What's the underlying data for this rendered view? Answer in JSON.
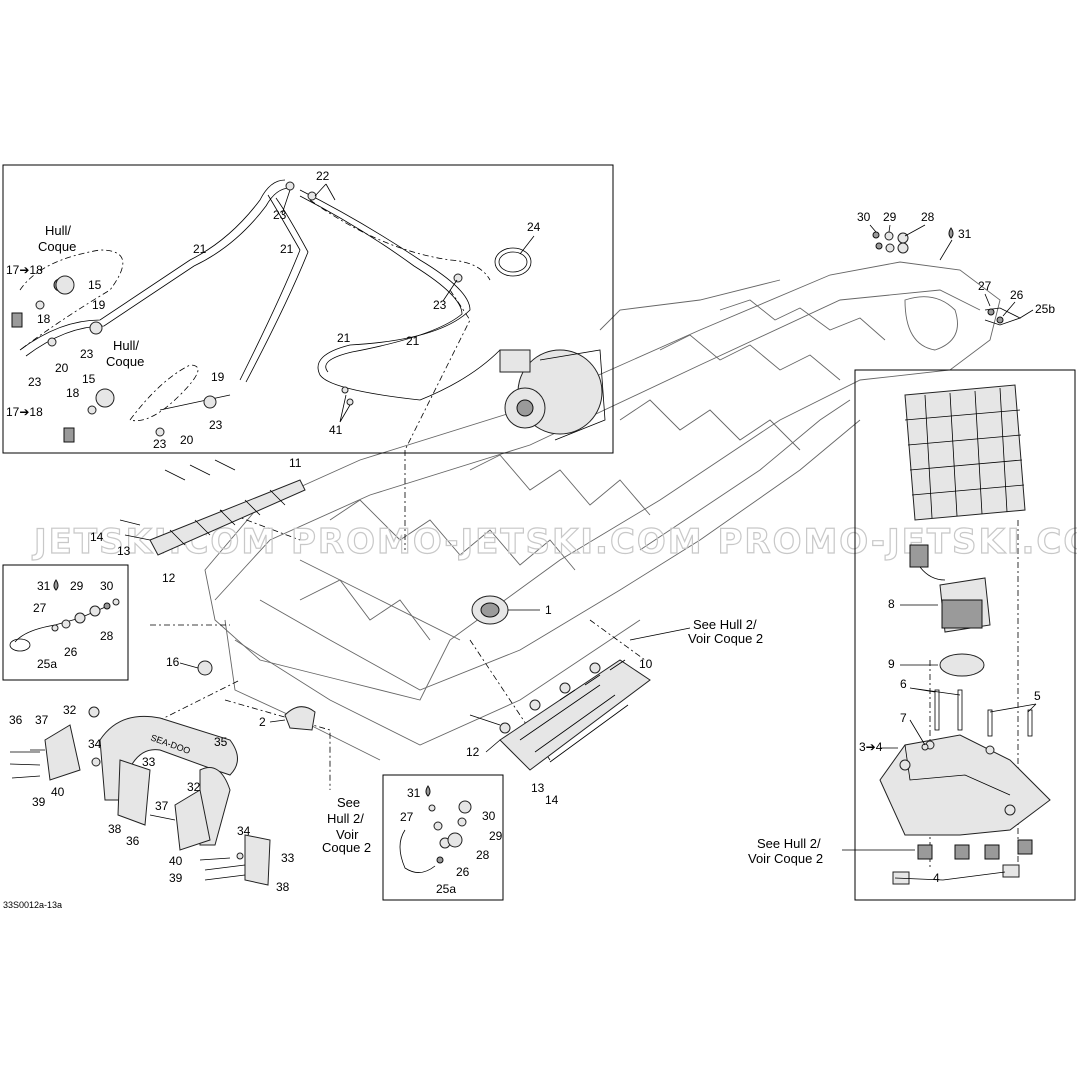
{
  "watermark": "JETSKI.COM  PROMO-JETSKI.COM  PROMO-JETSKI.COM",
  "figure_ref": "33S0012a-13a",
  "notes": {
    "hull_coque_1": [
      "Hull/",
      "Coque"
    ],
    "hull_coque_2": [
      "Hull/",
      "Coque"
    ],
    "see_hull2_top": [
      "See Hull 2/",
      "Voir Coque 2"
    ],
    "see_hull2_left": [
      "See",
      "Hull 2/",
      "Voir",
      "Coque 2"
    ],
    "see_hull2_right": [
      "See Hull 2/",
      "Voir Coque 2"
    ]
  },
  "callouts": {
    "c1": "1",
    "c2": "2",
    "c3_4": "3➔4",
    "c4": "4",
    "c5": "5",
    "c6": "6",
    "c7": "7",
    "c8": "8",
    "c9": "9",
    "c10": "10",
    "c11": "11",
    "c12a": "12",
    "c12b": "12",
    "c13a": "13",
    "c13b": "13",
    "c14a": "14",
    "c14b": "14",
    "c15a": "15",
    "c15b": "15",
    "c16": "16",
    "c17_18a": "17➔18",
    "c17_18b": "17➔18",
    "c18a": "18",
    "c18b": "18",
    "c19a": "19",
    "c19b": "19",
    "c20a": "20",
    "c20b": "20",
    "c21a": "21",
    "c21b": "21",
    "c21c": "21",
    "c21d": "21",
    "c22": "22",
    "c23a": "23",
    "c23b": "23",
    "c23c": "23",
    "c23d": "23",
    "c23e": "23",
    "c23f": "23",
    "c24": "24",
    "c25a_l": "25a",
    "c25a_b": "25a",
    "c25b": "25b",
    "c26a": "26",
    "c26b": "26",
    "c26c": "26",
    "c27a": "27",
    "c27b": "27",
    "c27c": "27",
    "c28a": "28",
    "c28b": "28",
    "c28c": "28",
    "c29a": "29",
    "c29b": "29",
    "c29c": "29",
    "c30a": "30",
    "c30b": "30",
    "c30c": "30",
    "c31a": "31",
    "c31b": "31",
    "c31c": "31",
    "c32a": "32",
    "c32b": "32",
    "c33a": "33",
    "c33b": "33",
    "c34a": "34",
    "c34b": "34",
    "c35": "35",
    "c36a": "36",
    "c36b": "36",
    "c37a": "37",
    "c37b": "37",
    "c38a": "38",
    "c38b": "38",
    "c39a": "39",
    "c39b": "39",
    "c40a": "40",
    "c40b": "40",
    "c41": "41"
  },
  "handle_text": "SEA-DOO"
}
